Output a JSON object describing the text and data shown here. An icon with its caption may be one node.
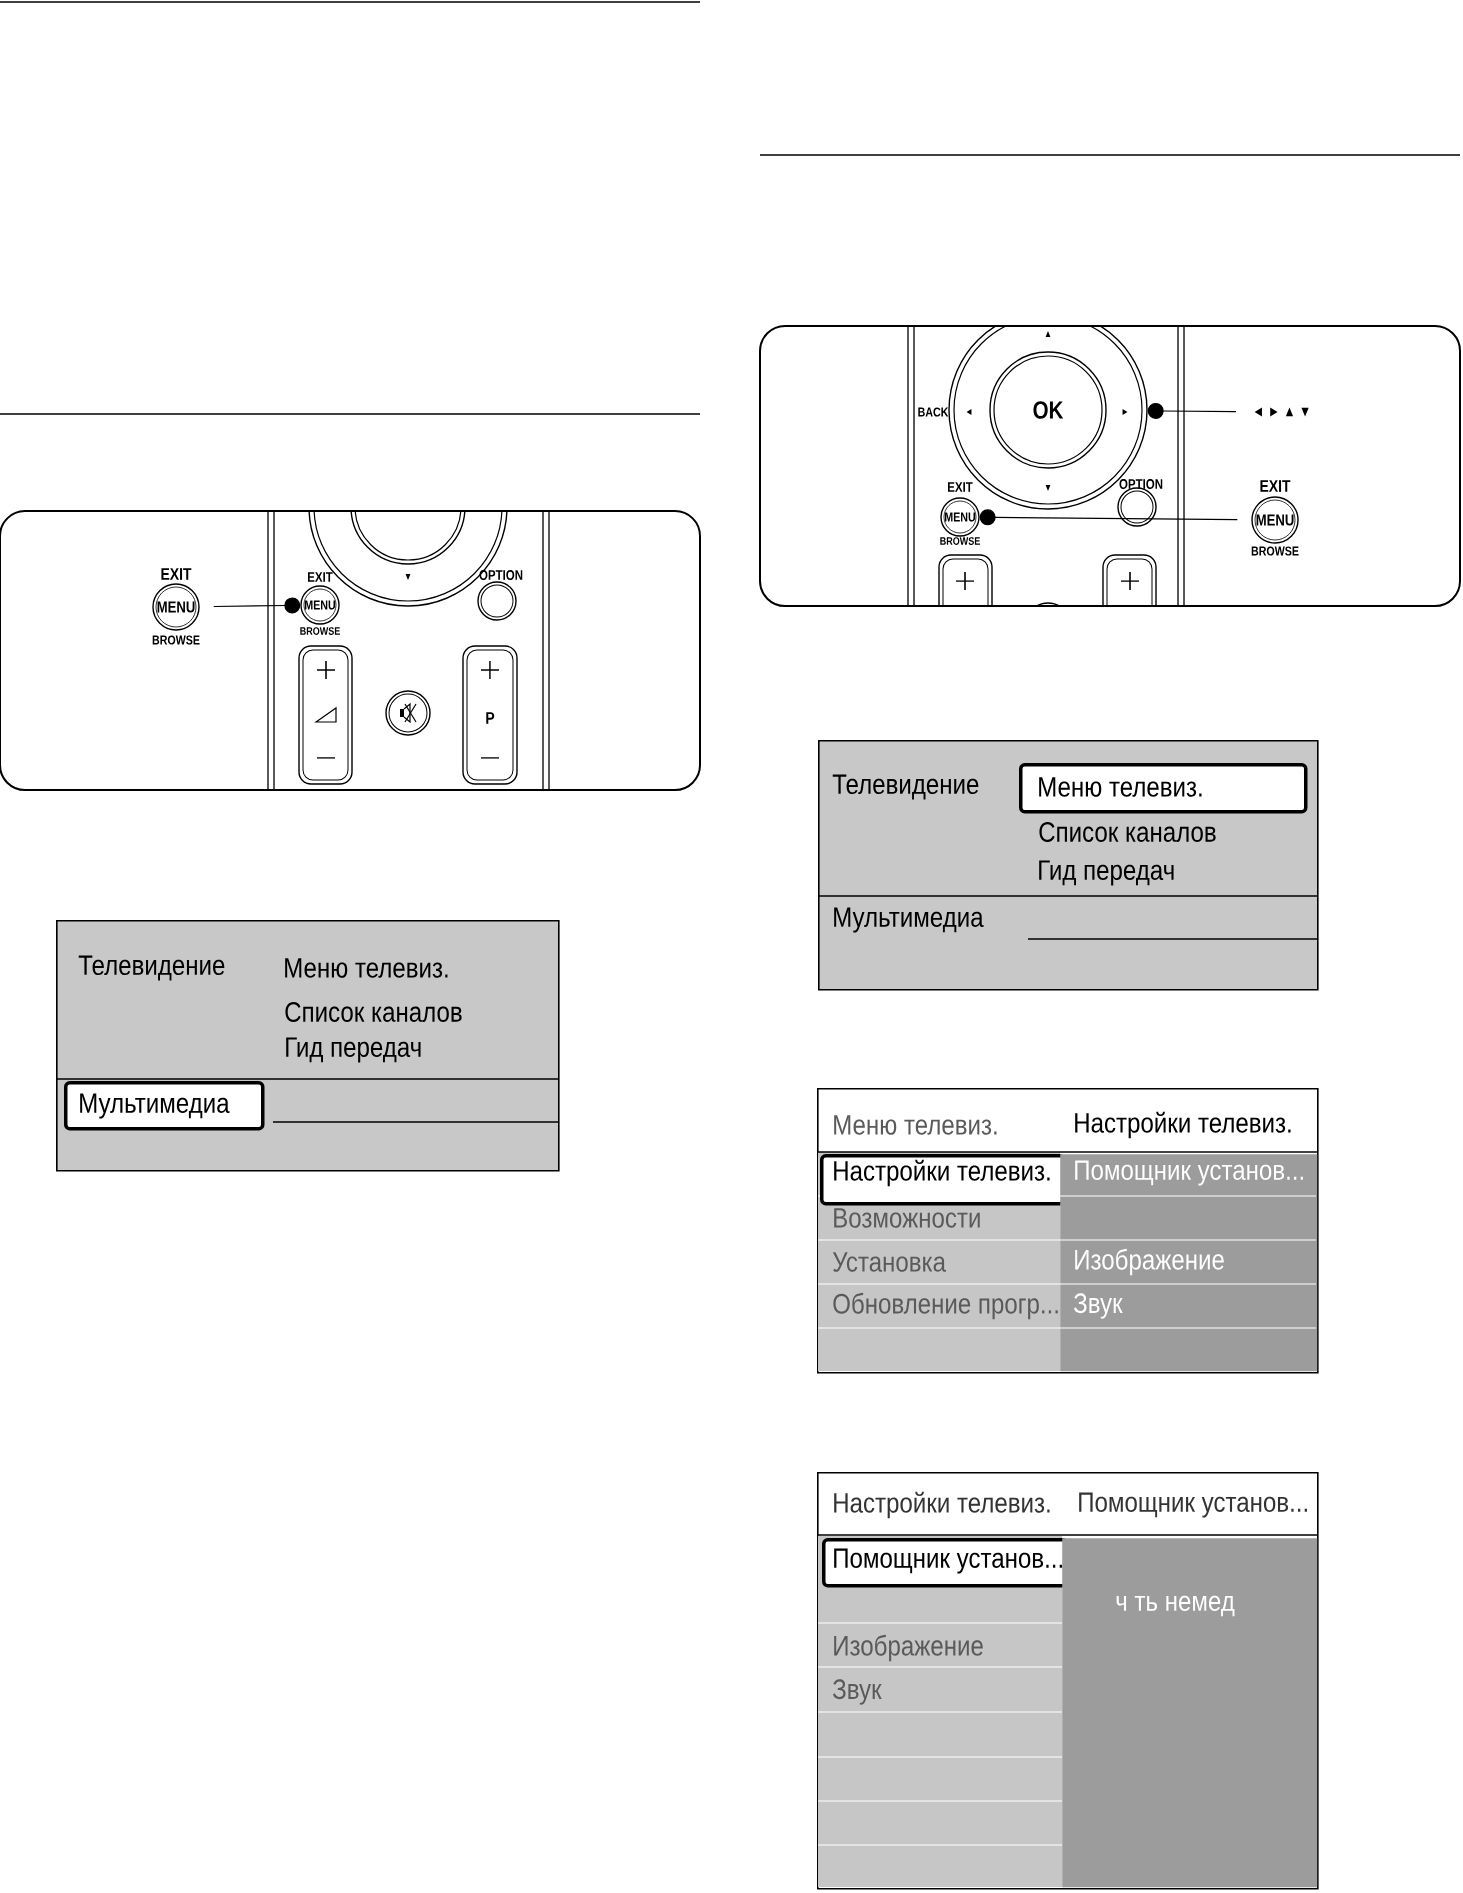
{
  "diagram": {
    "nodes": [
      {
        "text": [
          "EXIT",
          "MENU",
          "BROWSE"
        ]
      },
      {
        "text": [
          "EXIT",
          "MENU",
          "BROWSE"
        ]
      },
      {
        "text": [
          "Телевидение",
          "Меню телевиз.",
          "Список каналов",
          "Гид передач"
        ]
      },
      {
        "text": [
          "Мультимедиа"
        ],
        "in": 2
      },
      {
        "text": [],
        "shape": "circle"
      },
      {
        "text": [
          "◄ ► ▲ ▼"
        ]
      },
      {
        "text": [
          "EXIT",
          "MENU",
          "BROWSE"
        ]
      },
      {
        "text": [
          "EXIT",
          "MENU",
          "BROWSE"
        ]
      },
      {
        "text": [
          "Телевидение",
          "Список каналов",
          "Гид передач",
          "Мультимедиа"
        ]
      },
      {
        "text": [
          "Меню телевиз."
        ],
        "in": 8
      },
      {
        "text": [
          "Меню телевиз.",
          "Настройки телевиз.",
          "Возможности",
          "Установка",
          "Обновление прогр..."
        ]
      },
      {
        "text": [
          "Настройки телевиз."
        ],
        "in": 10
      },
      {
        "text": [
          "Помощник установ...",
          "Изображение",
          "Звук"
        ],
        "in": 10
      },
      {
        "text": [
          "Настройки телевиз.",
          "Помощник установ...",
          "Изображение",
          "Звук"
        ]
      },
      {
        "text": [
          "Помощник установ..."
        ],
        "in": 13
      },
      {
        "text": [
          "ч ть немед"
        ],
        "in": 13
      }
    ],
    "edges": [
      {
        "from": 0,
        "to": 1,
        "arrow": "other"
      },
      {
        "from": 5,
        "to": 4,
        "arrow": "other"
      },
      {
        "from": 7,
        "to": 6,
        "arrow": "other"
      }
    ],
    "labels": [
      "▼",
      "OPTION",
      "P",
      "▲",
      "BACK",
      "◄",
      "OK",
      "►",
      "▼",
      "OPTION"
    ]
  }
}
